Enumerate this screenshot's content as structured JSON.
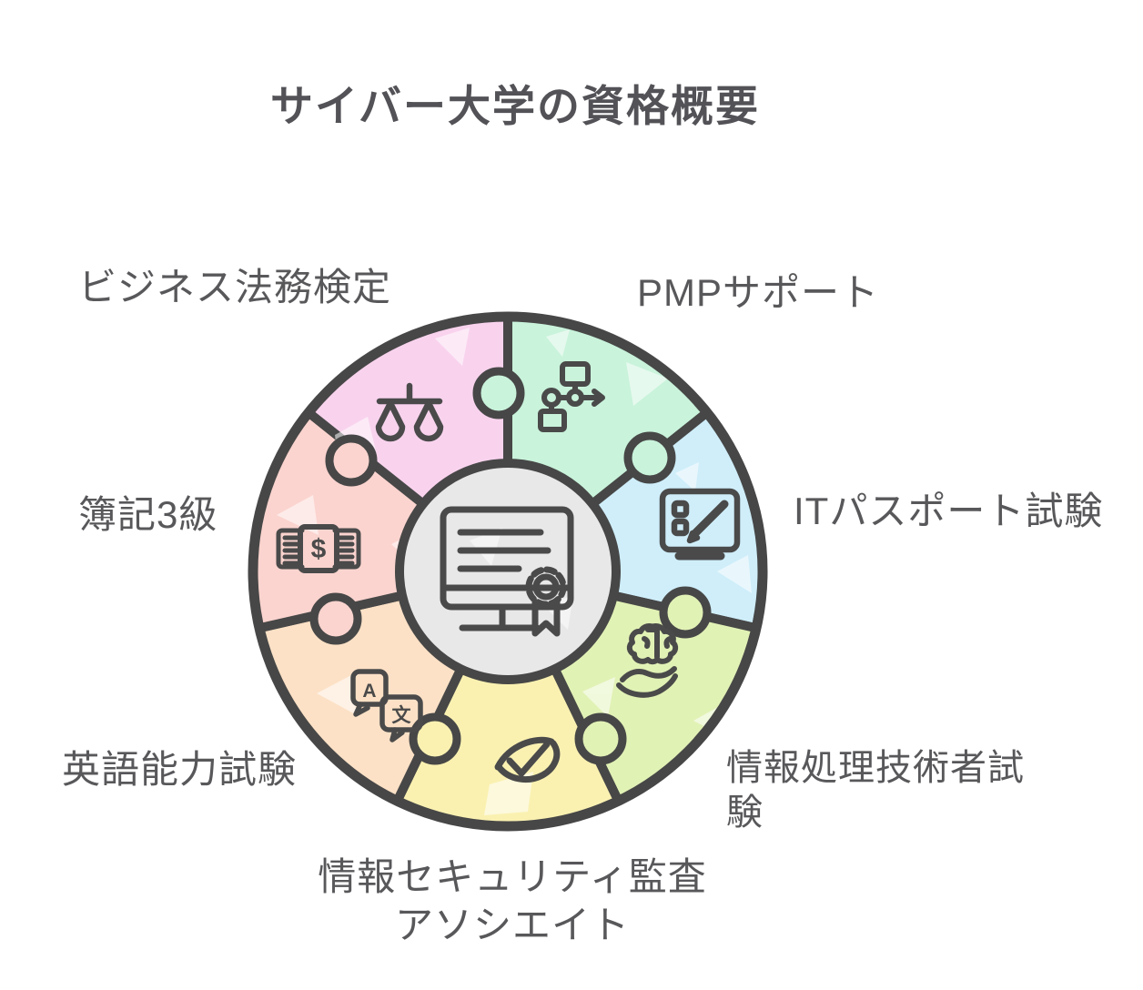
{
  "title": "サイバー大学の資格概要",
  "colors": {
    "outline": "#4a4a4a",
    "text": "#58585b",
    "center_fill": "#e8e8e8",
    "background": "#ffffff"
  },
  "center": {
    "icon": "certificate-icon"
  },
  "pieces": [
    {
      "label": "ビジネス法務検定",
      "color": "#f9d3ee",
      "icon": "scales-icon"
    },
    {
      "label": "PMPサポート",
      "color": "#c9f3db",
      "icon": "flowchart-icon"
    },
    {
      "label": "ITパスポート試験",
      "color": "#cfeefa",
      "icon": "exam-pencil-icon"
    },
    {
      "label": "情報処理技術者試験",
      "color": "#e1f2b5",
      "icon": "brain-hand-icon"
    },
    {
      "label": "情報セキュリティ監査アソシエイト",
      "color": "#faf1b1",
      "icon": "checkmark-icon"
    },
    {
      "label": "英語能力試験",
      "color": "#fce1c6",
      "icon": "translate-icon"
    },
    {
      "label": "簿記3級",
      "color": "#fbd4cf",
      "icon": "money-icon"
    }
  ],
  "icon_texts": {
    "translate_a": "A",
    "translate_bun": "文",
    "money_symbol": "$"
  }
}
